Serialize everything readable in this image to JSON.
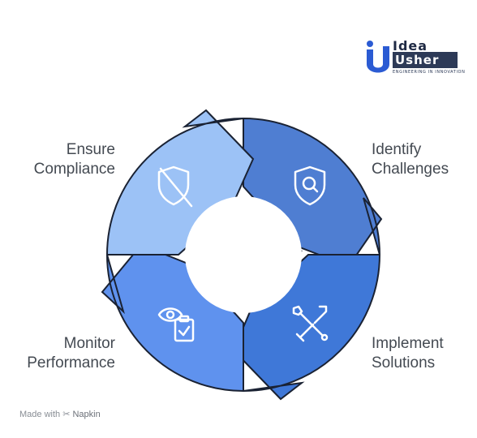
{
  "brand": {
    "word1": "Idea",
    "word2": "Usher",
    "tagline": "ENGINEERING IN INNOVATION"
  },
  "stages": [
    {
      "line1": "Identify",
      "line2": "Challenges",
      "icon": "shield-search-icon",
      "color": "#4d7bd1"
    },
    {
      "line1": "Implement",
      "line2": "Solutions",
      "icon": "tools-icon",
      "color": "#3f76d8"
    },
    {
      "line1": "Monitor",
      "line2": "Performance",
      "icon": "eye-clipboard-icon",
      "color": "#5d90ec"
    },
    {
      "line1": "Ensure",
      "line2": "Compliance",
      "icon": "shield-off-icon",
      "color": "#9cc2f6"
    }
  ],
  "footer": {
    "made_with": "Made with",
    "tool": "Napkin"
  },
  "colors": {
    "outline": "#1a2233",
    "text": "#444a52"
  }
}
